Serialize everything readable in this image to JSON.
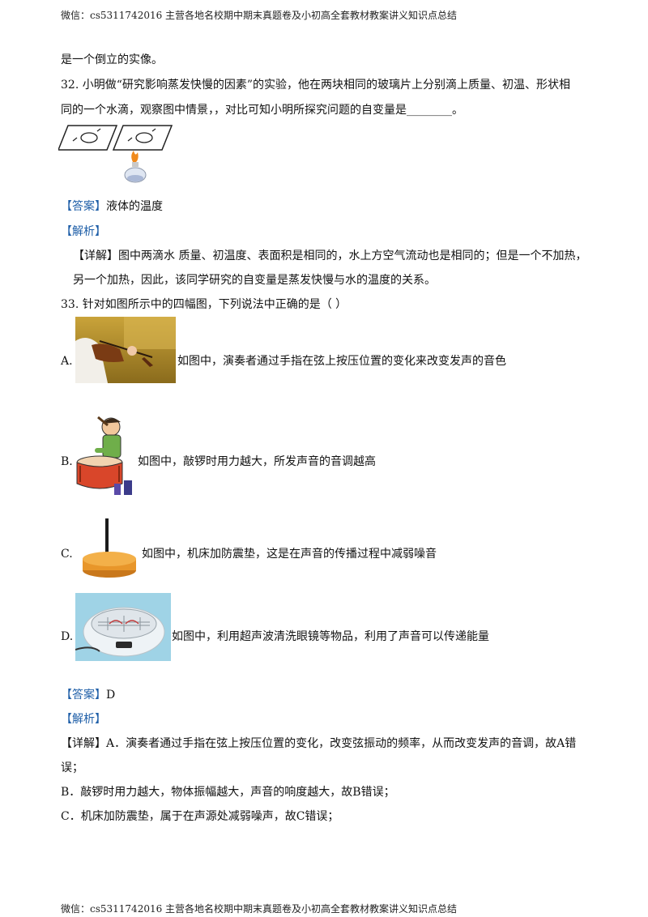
{
  "header": {
    "text": "微信：cs5311742016 主营各地名校期中期末真题卷及小初高全套教材教案讲义知识点总结"
  },
  "footer": {
    "text": "微信：cs5311742016 主营各地名校期中期末真题卷及小初高全套教材教案讲义知识点总结"
  },
  "prev_tail": "是一个倒立的实像。",
  "q32": {
    "line1": "32. 小明做“研究影响蒸发快慢的因素”的实验，他在两块相同的玻璃片上分别滴上质量、初温、形状相",
    "line2": "同的一个水滴，观察图中情景，，对比可知小明所探究问题的自变量是________。",
    "answer_tag": "【答案】",
    "answer": "液体的温度",
    "analysis_tag": "【解析】",
    "detail_tag": "【详解】",
    "detail1": "图中两滴水   质量、初温度、表面积是相同的，水上方空气流动也是相同的；但是一个不加热，",
    "detail2": "另一个加热，因此，该同学研究的自变量是蒸发快慢与水的温度的关系。"
  },
  "q33": {
    "stem": "33. 针对如图所示中的四幅图，下列说法中正确的是（        ）",
    "options": [
      {
        "label": "A.",
        "text": "如图中，演奏者通过手指在弦上按压位置的变化来改变发声的音色"
      },
      {
        "label": "B.",
        "text": "如图中，敲锣时用力越大，所发声音的音调越高"
      },
      {
        "label": "C.",
        "text": "如图中，机床加防震垫，这是在声音的传播过程中减弱噪音"
      },
      {
        "label": "D.",
        "text": "如图中，利用超声波清洗眼镜等物品，利用了声音可以传递能量"
      }
    ],
    "answer_tag": "【答案】",
    "answer": "D",
    "analysis_tag": "【解析】",
    "detail_tag": "【详解】",
    "detail_a1": "A．演奏者通过手指在弦上按压位置的变化，改变弦振动的频率，从而改变发声的音调，故A错",
    "detail_a2": "误；",
    "detail_b": "B．敲锣时用力越大，物体振幅越大，声音的响度越大，故B错误；",
    "detail_c": "C．机床加防震垫，属于在声源处减弱噪声，故C错误；"
  },
  "colors": {
    "tag": "#1f5fa8",
    "text": "#111111"
  }
}
